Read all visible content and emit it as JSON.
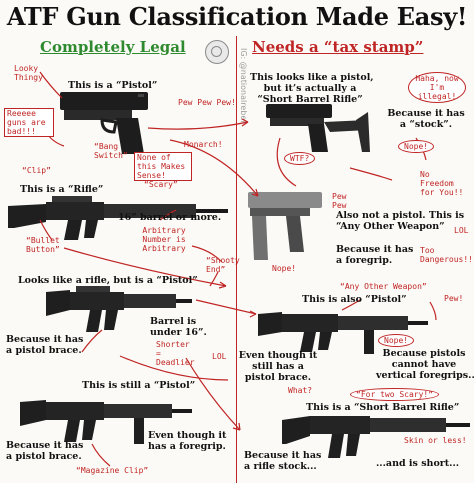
{
  "title": "ATF Gun Classification Made Easy!",
  "headers": {
    "left": "Completely Legal",
    "right": "Needs a “tax stamp”"
  },
  "watermark": "IG: @nationalrebel",
  "captions": {
    "pistol": "This is a “Pistol”",
    "sbr_pistol_1": "This looks like a pistol,",
    "sbr_pistol_2": "but it’s actually a",
    "sbr_pistol_3": "“Short Barrel Rifle”",
    "stock_1": "Because it has",
    "stock_2": "a “stock”.",
    "rifle": "This is a “Rifle”",
    "barrel16": "16” barrel or more.",
    "aow_1": "Also not a pistol. This is",
    "aow_2": "“Any Other Weapon”",
    "foregrip_1": "Because it has",
    "foregrip_2": "a foregrip.",
    "looks_rifle": "Looks like a rifle, but is a “Pistol”",
    "also_pistol": "This is also “Pistol”",
    "barrel_under_1": "Barrel is",
    "barrel_under_2": "under 16”.",
    "brace_1": "Because it has",
    "brace_2": "a pistol brace.",
    "even_brace_1": "Even though it",
    "even_brace_2": "still has a",
    "even_brace_3": "pistol brace.",
    "vertical_1": "Because pistols",
    "vertical_2": "cannot have",
    "vertical_3": "vertical foregrips...",
    "still_pistol": "This is still a “Pistol”",
    "even_fg_1": "Even though it",
    "even_fg_2": "has a foregrip.",
    "brace_b_1": "Because it has",
    "brace_b_2": "a pistol brace.",
    "sbr_2": "This is a “Short Barrel Rifle”",
    "stock_b_1": "Because it has",
    "stock_b_2": "a rifle stock...",
    "short": "...and is short..."
  },
  "notes": {
    "looky": "Looky Thingy",
    "reeeee": "Reeeee guns are bad!!!",
    "clip": "“Clip”",
    "pew": "Pew Pew Pew!",
    "bang": "“Bang Switch”",
    "none_sense": "None of this Makes Sense!",
    "haha": "Haha, now I'm illegal!",
    "nope": "Nope!",
    "no_freedom": "No Freedom for You!!",
    "wtf": "WTF?",
    "scary": "“Scary”",
    "bullet": "“Bullet Button”",
    "arbitrary": "Arbitrary Number is Arbitrary",
    "pew2": "Pew Pew",
    "lol": "LOL",
    "too_dangerous": "Too Dangerous!!",
    "nope2": "Nope!",
    "shooty": "“Shooty End”",
    "any_other": "“Any Other Weapon”",
    "shorter": "Shorter = Deadlier",
    "lol2": "LOL",
    "pew3": "Pew!",
    "nope3": "Nope!",
    "what": "What?",
    "for_two": "“For two Scary!”",
    "skin": "Skin or less!",
    "mag_clip": "“Magazine Clip”",
    "monarch": "Monarch!"
  }
}
